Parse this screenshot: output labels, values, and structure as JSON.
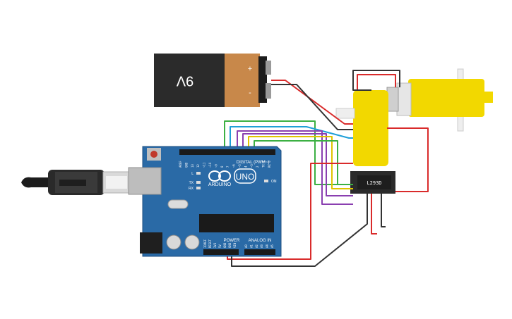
{
  "battery": {
    "voltage_label": "9V",
    "plus_label": "+",
    "minus_label": "-"
  },
  "arduino": {
    "brand_label": "ARDUINO",
    "model_label": "UNO",
    "digital_header_label": "DIGITAL (PWM~)",
    "power_header_label": "POWER",
    "analog_header_label": "ANALOG IN",
    "led_labels": [
      "L",
      "TX",
      "RX"
    ],
    "on_label": "ON",
    "digital_pin_labels": [
      "AREF",
      "GND",
      "13",
      "12",
      "~11",
      "~10",
      "~9",
      "8",
      "7",
      "~6",
      "~5",
      "4",
      "~3",
      "2",
      "TX 1",
      "RX 0"
    ],
    "power_pin_labels": [
      "IOREF",
      "RESET",
      "3V3",
      "5V",
      "GND",
      "GND",
      "VIN"
    ],
    "analog_pin_labels": [
      "A0",
      "A1",
      "A2",
      "A3",
      "A4",
      "A5"
    ]
  },
  "driver": {
    "chip_label": "L293D"
  },
  "colors": {
    "board": "#2a6aa6",
    "battery_body": "#2b2b2b",
    "battery_cap": "#c8884a",
    "motor_yellow": "#f2d800",
    "wire_green": "#3cb043",
    "wire_blue": "#1f9fd8",
    "wire_purple": "#8a3fb0",
    "wire_yellow": "#e0c400",
    "wire_red": "#d92b2b",
    "wire_black": "#333333"
  }
}
